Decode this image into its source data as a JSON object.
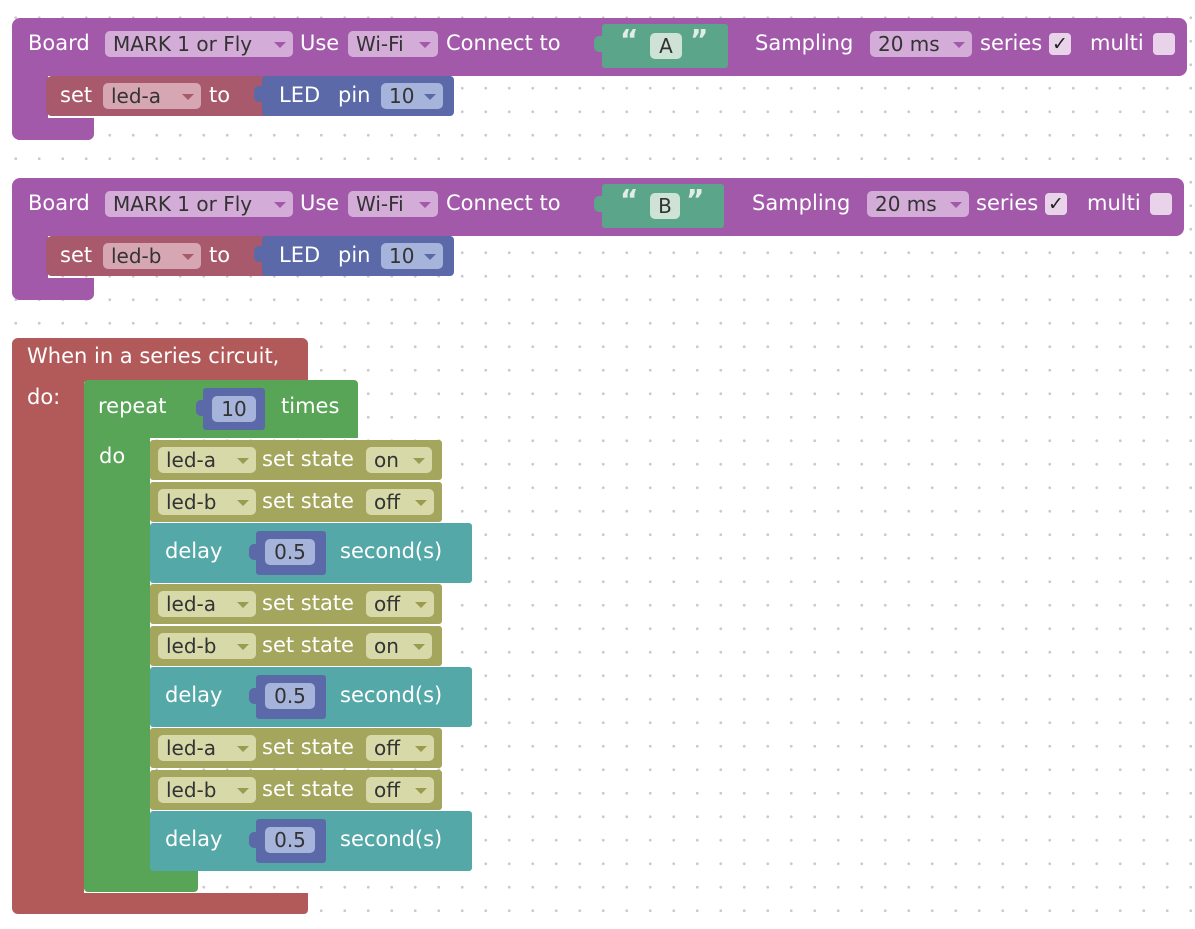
{
  "colors": {
    "board": "#a259aa",
    "set_block": "#a8596b",
    "led_block": "#5b69a8",
    "text_block": "#5ba58a",
    "event_block": "#b25a5a",
    "loop_block": "#58a557",
    "state_block": "#a3a65c",
    "delay_block": "#55a8a8"
  },
  "boards": [
    {
      "label_board": "Board",
      "board_value": "MARK 1 or Fly",
      "label_use": "Use",
      "use_value": "Wi-Fi",
      "label_connect": "Connect to",
      "open_quote": "“",
      "device": "A",
      "close_quote": "”",
      "label_sampling": "Sampling",
      "sampling_value": "20 ms",
      "label_series": "series",
      "series_checked": "✓",
      "label_multi": "multi",
      "set": {
        "label_set": "set",
        "var": "led-a",
        "label_to": "to",
        "label_led": "LED",
        "label_pin": "pin",
        "pin": "10"
      }
    },
    {
      "label_board": "Board",
      "board_value": "MARK 1 or Fly",
      "label_use": "Use",
      "use_value": "Wi-Fi",
      "label_connect": "Connect to",
      "open_quote": "“",
      "device": "B",
      "close_quote": "”",
      "label_sampling": "Sampling",
      "sampling_value": "20 ms",
      "label_series": "series",
      "series_checked": "✓",
      "label_multi": "multi",
      "set": {
        "label_set": "set",
        "var": "led-b",
        "label_to": "to",
        "label_led": "LED",
        "label_pin": "pin",
        "pin": "10"
      }
    }
  ],
  "event": {
    "title": "When in a series circuit,",
    "do_label": "do:"
  },
  "repeat": {
    "label": "repeat",
    "count": "10",
    "times_label": "times",
    "do_label": "do"
  },
  "steps": [
    {
      "var": "led-a",
      "label": "set state",
      "state": "on"
    },
    {
      "var": "led-b",
      "label": "set state",
      "state": "off"
    },
    {
      "delay_label": "delay",
      "seconds": "0.5",
      "unit": "second(s)"
    },
    {
      "var": "led-a",
      "label": "set state",
      "state": "off"
    },
    {
      "var": "led-b",
      "label": "set state",
      "state": "on"
    },
    {
      "delay_label": "delay",
      "seconds": "0.5",
      "unit": "second(s)"
    },
    {
      "var": "led-a",
      "label": "set state",
      "state": "off"
    },
    {
      "var": "led-b",
      "label": "set state",
      "state": "off"
    },
    {
      "delay_label": "delay",
      "seconds": "0.5",
      "unit": "second(s)"
    }
  ]
}
